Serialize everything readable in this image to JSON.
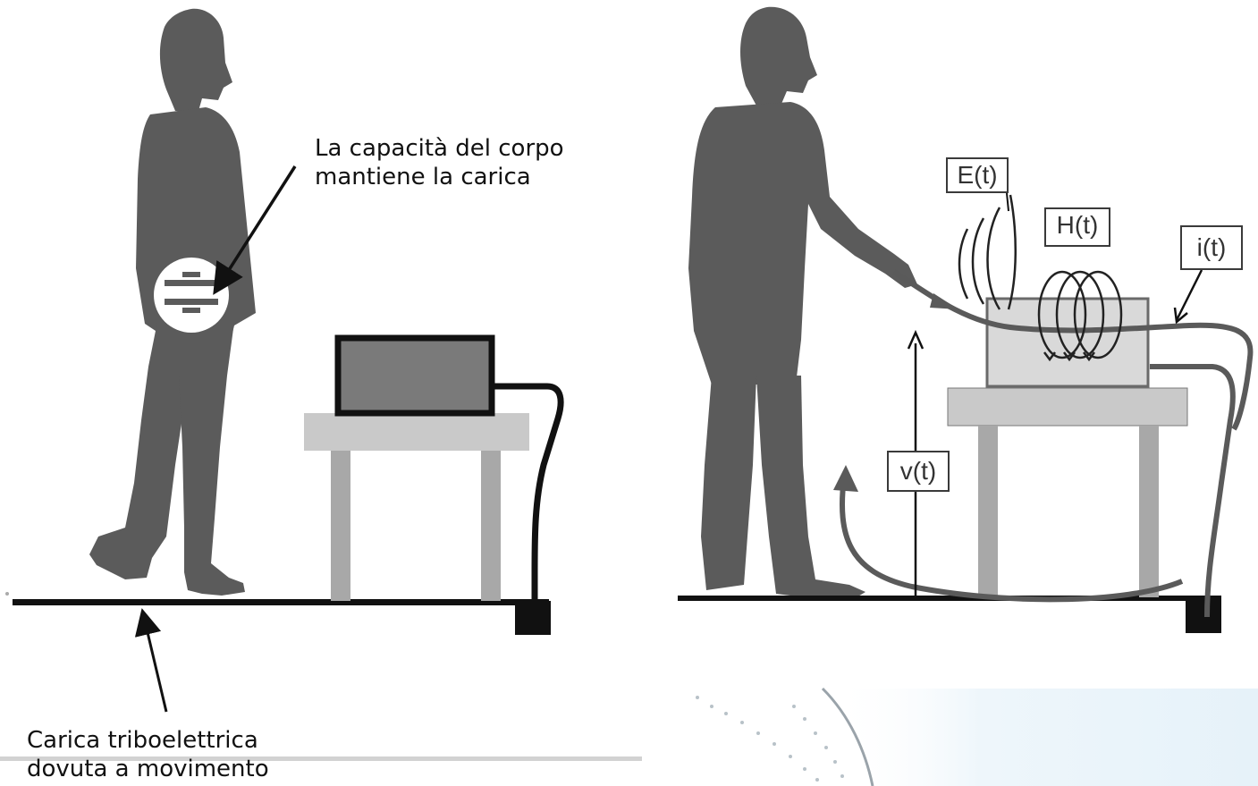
{
  "left_panel": {
    "caption_capacitance_line1": "La capacità del corpo",
    "caption_capacitance_line2": "mantiene la carica",
    "caption_triboelectric_line1": "Carica triboelettrica",
    "caption_triboelectric_line2": "dovuta a movimento"
  },
  "right_panel": {
    "label_electric_field": "E(t)",
    "label_magnetic_field": "H(t)",
    "label_current": "i(t)",
    "label_voltage": "v(t)"
  },
  "colors": {
    "silhouette": "#5b5b5b",
    "table_top": "#c9c9c9",
    "table_leg": "#a8a8a8",
    "device_fill": "#7a7a7a",
    "device_fill_right": "#d9d9d9",
    "line": "#111111",
    "cable_gray": "#5a5a5a"
  }
}
